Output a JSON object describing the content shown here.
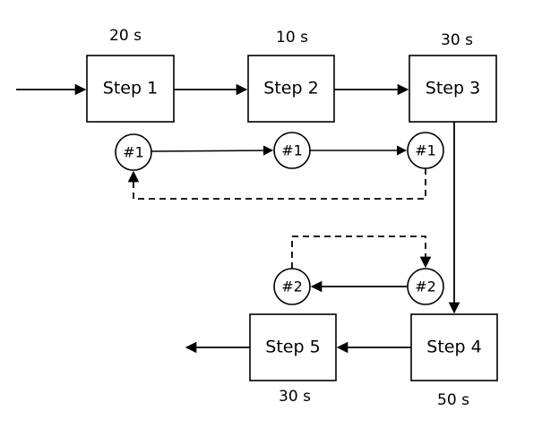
{
  "steps": [
    {
      "id": "step1",
      "label": "Step 1",
      "time": "20 s"
    },
    {
      "id": "step2",
      "label": "Step 2",
      "time": "10 s"
    },
    {
      "id": "step3",
      "label": "Step 3",
      "time": "30 s"
    },
    {
      "id": "step4",
      "label": "Step 4",
      "time": "50 s"
    },
    {
      "id": "step5",
      "label": "Step 5",
      "time": "30 s"
    }
  ],
  "tokens": [
    {
      "id": "t1a",
      "label": "#1"
    },
    {
      "id": "t1b",
      "label": "#1"
    },
    {
      "id": "t1c",
      "label": "#1"
    },
    {
      "id": "t2a",
      "label": "#2"
    },
    {
      "id": "t2b",
      "label": "#2"
    }
  ],
  "colors": {
    "stroke": "#000000",
    "background": "#ffffff"
  }
}
